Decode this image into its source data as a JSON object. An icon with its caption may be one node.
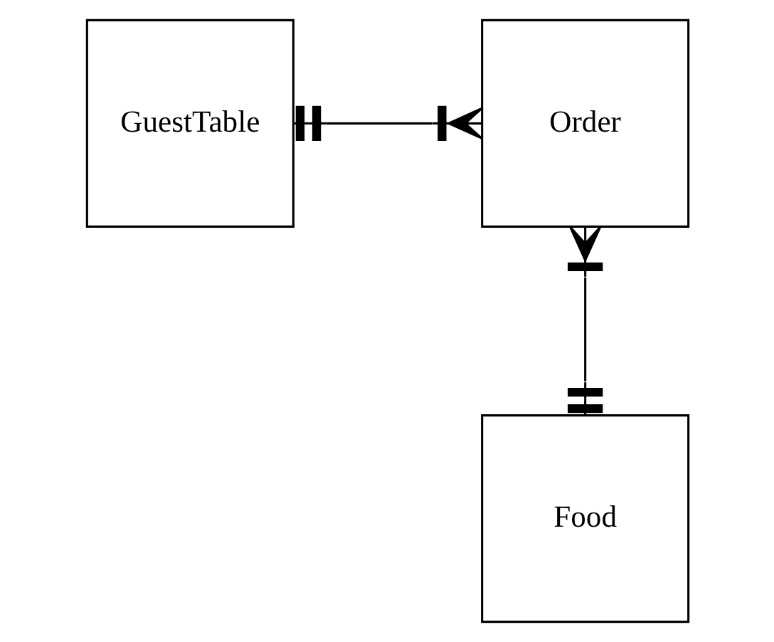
{
  "diagram": {
    "nodes": [
      {
        "text": [
          "GuestTable"
        ]
      },
      {
        "text": [
          "Order"
        ]
      },
      {
        "text": [
          "Food"
        ]
      }
    ],
    "edges": [
      {
        "from": 0,
        "to": 1,
        "arrow": "other"
      },
      {
        "from": 1,
        "to": 2,
        "arrow": "other"
      }
    ]
  }
}
